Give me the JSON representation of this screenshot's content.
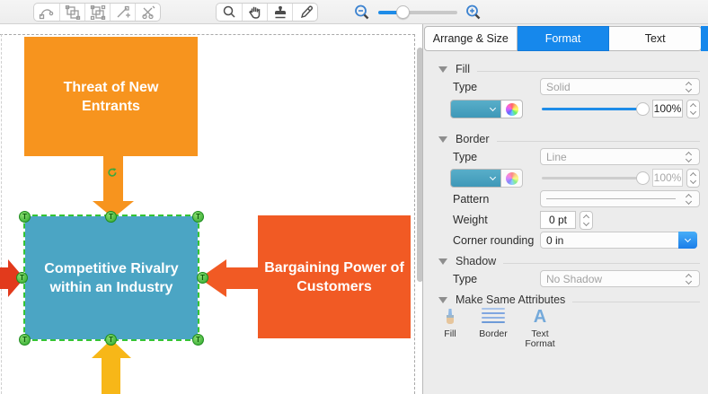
{
  "toolbar": {
    "edit_tools": [
      "reshape-tool",
      "group-tool",
      "ungroup-tool",
      "add-anchor-tool",
      "split-tool"
    ],
    "view_tools": [
      "zoom-tool",
      "pan-tool",
      "stamp-tool",
      "eyedropper-tool"
    ],
    "zoom_slider": {
      "position_fraction": 0.28
    }
  },
  "canvas": {
    "shapes": [
      {
        "label": "Threat of New Entrants",
        "fill": "#F7941E",
        "selected": false
      },
      {
        "label": "Competitive Rivalry within an Industry",
        "fill": "#4BA5C4",
        "selected": true
      },
      {
        "label": "Bargaining Power of Customers",
        "fill": "#F15A24",
        "selected": false
      }
    ],
    "arrows": [
      {
        "name": "top-down-arrow",
        "color": "#F7941E"
      },
      {
        "name": "left-right-arrow",
        "color": "#E23A1C"
      },
      {
        "name": "right-left-arrow",
        "color": "#F15A24"
      },
      {
        "name": "bottom-up-arrow",
        "color": "#F7B718"
      }
    ],
    "selection": {
      "handle_letter": "T",
      "handle_color": "#2fa82f",
      "outline_color": "#35c435"
    }
  },
  "panel": {
    "tabs": [
      {
        "label": "Arrange & Size",
        "active": false
      },
      {
        "label": "Format",
        "active": true
      },
      {
        "label": "Text",
        "active": false
      }
    ],
    "fill": {
      "title": "Fill",
      "type_label": "Type",
      "type_value": "Solid",
      "opacity_value": "100%",
      "swatch_color": "#4BA5C4"
    },
    "border": {
      "title": "Border",
      "type_label": "Type",
      "type_value": "Line",
      "opacity_value": "100%",
      "pattern_label": "Pattern",
      "weight_label": "Weight",
      "weight_value": "0 pt",
      "corner_label": "Corner rounding",
      "corner_value": "0 in",
      "swatch_color": "#4BA5C4"
    },
    "shadow": {
      "title": "Shadow",
      "type_label": "Type",
      "type_value": "No Shadow"
    },
    "make_same": {
      "title": "Make Same Attributes",
      "fill_label": "Fill",
      "border_label": "Border",
      "text_format_label": "Text Format",
      "text_format_glyph": "A"
    }
  },
  "colors": {
    "accent_blue": "#1688EC",
    "panel_bg": "#ECECEC"
  }
}
